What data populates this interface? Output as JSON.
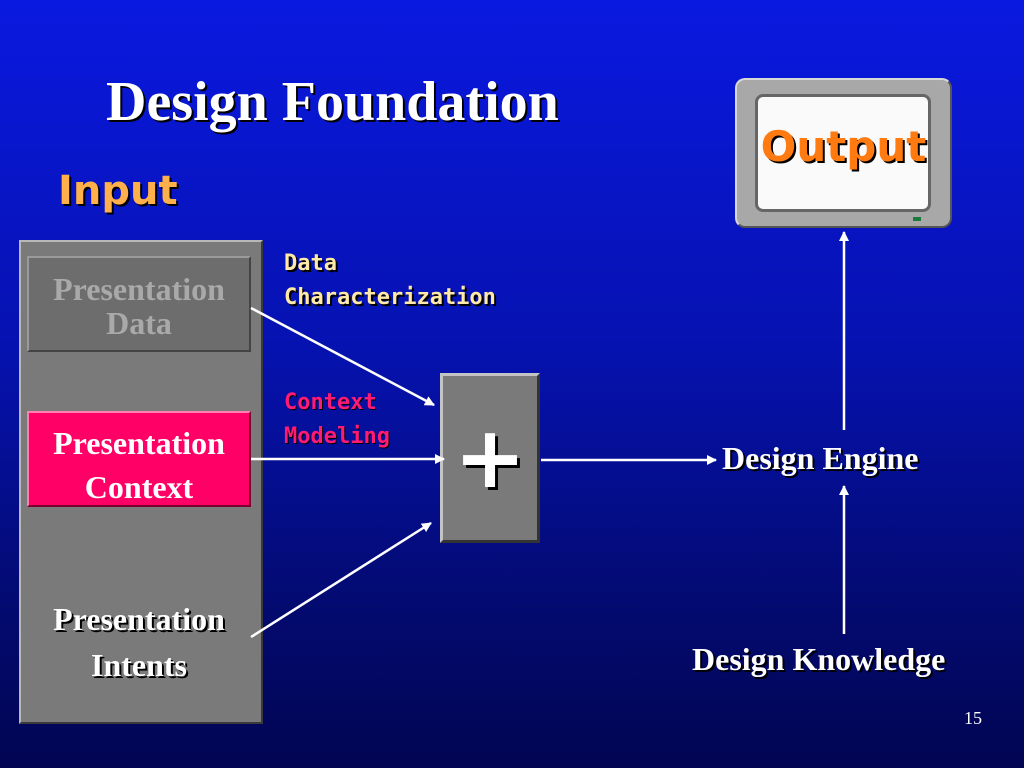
{
  "slide": {
    "title": "Design Foundation",
    "page_number": "15"
  },
  "input": {
    "label": "Input",
    "items": [
      {
        "line1": "Presentation",
        "line2": "Data"
      },
      {
        "line1": "Presentation",
        "line2": "Context"
      },
      {
        "line1": "Presentation",
        "line2": "Intents"
      }
    ]
  },
  "annotations": {
    "data_characterization": {
      "line1": "Data",
      "line2": "Characterization"
    },
    "context_modeling": {
      "line1": "Context",
      "line2": "Modeling"
    }
  },
  "combiner": {
    "symbol": "+"
  },
  "engine": {
    "label": "Design Engine"
  },
  "knowledge": {
    "label": "Design Knowledge"
  },
  "output": {
    "label": "Output"
  },
  "colors": {
    "background": "#0612b0",
    "input_label": "#ffb04a",
    "context_highlight": "#ff0066",
    "output_label": "#ff7a10",
    "context_modeling_text": "#ff1a75",
    "data_characterization_text": "#ffe9a8"
  }
}
